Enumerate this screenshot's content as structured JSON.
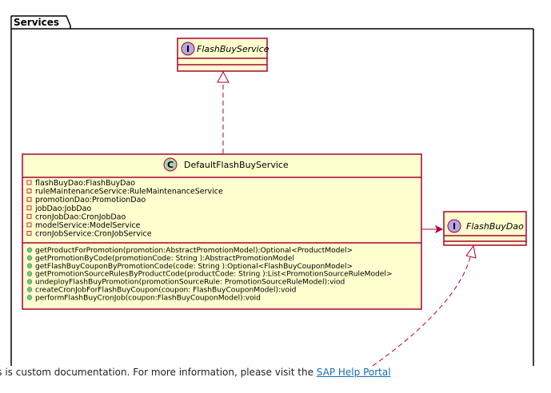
{
  "package": {
    "name": "Services"
  },
  "interfaces": [
    {
      "id": "flash-buy-service",
      "stereotype": "I",
      "name": "FlashBuyService"
    },
    {
      "id": "flash-buy-dao",
      "stereotype": "I",
      "name": "FlashBuyDao"
    }
  ],
  "class": {
    "stereotype": "C",
    "name": "DefaultFlashBuyService",
    "attributes": [
      "flashBuyDao:FlashBuyDao",
      "ruleMaintenanceService:RuleMaintenanceService",
      "promotionDao:PromotionDao",
      "jobDao:JobDao",
      "cronJobDao:CronJobDao",
      "modelService:ModelService",
      "cronJobService:CronJobService"
    ],
    "methods": [
      "getProductForPromotion(promotion:AbstractPromotionModel):Optional<ProductModel>",
      "getPromotionByCode(promotionCode: String ):AbstractPromotionModel",
      "getFlashBuyCouponByPromotionCode(code: String ):Optional<FlashBuyCouponModel>",
      "getPromotionSourceRulesByProductCode(productCode: String ):List<PromotionSourceRuleModel>",
      "undeployFlashBuyPromotion(promotionSourceRule: PromotionSourceRuleModel):viod",
      "createCronJobForFlashBuyCoupon(coupon: FlashBuyCouponModel):void",
      "performFlashBuyCronJob(coupon:FlashBuyCouponModel):void"
    ]
  },
  "footer": {
    "text": "This is custom documentation. For more information, please visit the ",
    "link": "SAP Help Portal"
  },
  "colors": {
    "box_fill": "#fefece",
    "box_border": "#a80036",
    "interface_circle": "#b4a7e5",
    "class_circle": "#add1b2",
    "private_marker": "#c82930",
    "public_marker": "#84be84"
  }
}
